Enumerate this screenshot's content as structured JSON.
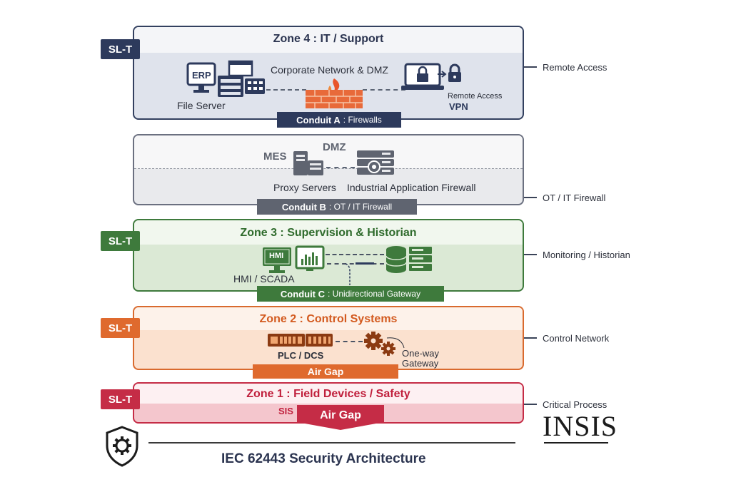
{
  "zones": {
    "zone4": {
      "sl": "SL-T",
      "title": "Zone 4 : IT / Support",
      "network": "Corporate Network & DMZ",
      "erp": "ERP",
      "file_server": "File Server",
      "remote_access": "Remote Access",
      "vpn": "VPN",
      "conduit_bold": "Conduit A",
      "conduit_text": ": Firewalls",
      "side": "Remote Access"
    },
    "dmz": {
      "mes": "MES",
      "dmz": "DMZ",
      "proxy": "Proxy Servers",
      "iaf": "Industrial Application Firewall",
      "conduit_bold": "Conduit B",
      "conduit_text": ": OT / IT Firewall",
      "side": "OT / IT Firewall"
    },
    "zone3": {
      "sl": "SL-T",
      "title": "Zone 3 : Supervision & Historian",
      "hmi": "HMI",
      "hmi_scada": "HMI / SCADA",
      "conduit_bold": "Conduit C",
      "conduit_text": ": Unidirectional Gateway",
      "side": "Monitoring / Historian"
    },
    "zone2": {
      "sl": "SL-T",
      "title": "Zone 2 : Control Systems",
      "plc": "PLC / DCS",
      "one_way": "One-way",
      "gateway": "Gateway",
      "air_gap": "Air Gap",
      "side": "Control Network"
    },
    "zone1": {
      "sl": "SL-T",
      "title": "Zone 1 : Field Devices / Safety",
      "sis": "SIS",
      "air_gap": "Air Gap",
      "side": "Critical Process"
    }
  },
  "footer": {
    "title": "IEC 62443 Security Architecture",
    "logo": "INSIS"
  },
  "colors": {
    "navy": "#2d3a5c",
    "gray": "#5f6470",
    "green": "#3e7a3c",
    "orange": "#df6a2e",
    "red": "#c52c46"
  }
}
